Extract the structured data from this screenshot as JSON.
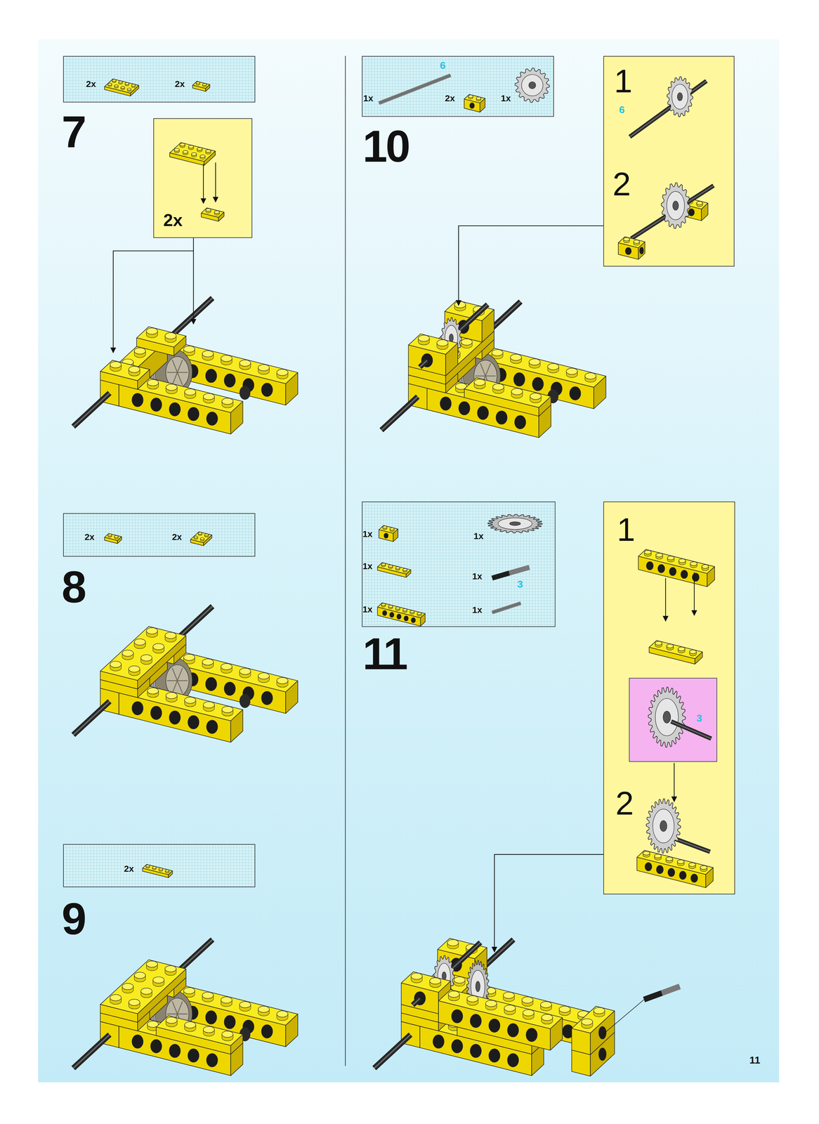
{
  "diagram": {
    "nodes": [
      {
        "text": [
          "2x",
          "2x"
        ]
      },
      {
        "text": [
          "2x"
        ]
      },
      {
        "text": [
          "2x",
          "2x"
        ]
      },
      {
        "text": [
          "2x"
        ]
      },
      {
        "text": [
          "1x",
          "6",
          "2x",
          "1x"
        ]
      },
      {
        "text": [
          "1",
          "6",
          "2"
        ]
      },
      {
        "text": [
          "1x",
          "1x",
          "1x",
          "1x",
          "1x",
          "3",
          "1x"
        ]
      },
      {
        "text": [
          "1",
          "2"
        ]
      },
      {
        "text": [
          "3"
        ],
        "in": 7
      }
    ],
    "labels": [
      "7",
      "8",
      "9",
      "10",
      "11",
      "11"
    ]
  }
}
